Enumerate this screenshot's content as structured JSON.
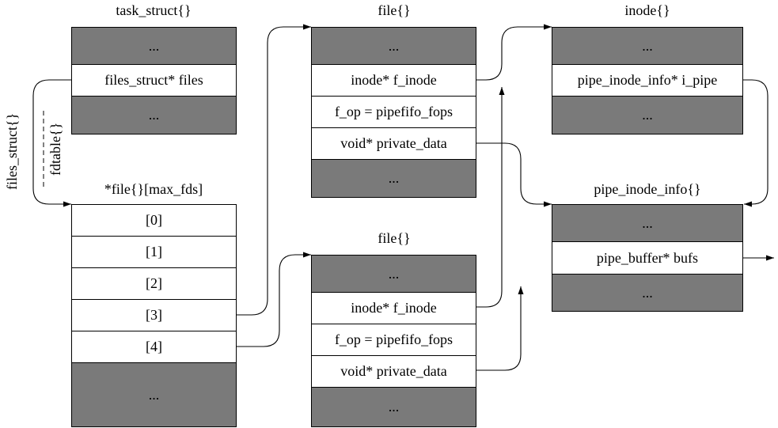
{
  "structs": {
    "task_struct": {
      "title": "task_struct{}",
      "cells": [
        "...",
        "files_struct* files",
        "..."
      ]
    },
    "file_array": {
      "title": "*file{}[max_fds]",
      "cells": [
        "[0]",
        "[1]",
        "[2]",
        "[3]",
        "[4]",
        "..."
      ]
    },
    "file_top": {
      "title": "file{}",
      "cells": [
        "...",
        "inode* f_inode",
        "f_op = pipefifo_fops",
        "void* private_data",
        "..."
      ]
    },
    "file_bottom": {
      "title": "file{}",
      "cells": [
        "...",
        "inode* f_inode",
        "f_op = pipefifo_fops",
        "void* private_data",
        "..."
      ]
    },
    "inode": {
      "title": "inode{}",
      "cells": [
        "...",
        "pipe_inode_info* i_pipe",
        "..."
      ]
    },
    "pipe_inode_info": {
      "title": "pipe_inode_info{}",
      "cells": [
        "...",
        "pipe_buffer* bufs",
        "..."
      ]
    }
  },
  "side_labels": {
    "files_struct": "files_struct{}",
    "fdtable": "fdtable{}"
  }
}
